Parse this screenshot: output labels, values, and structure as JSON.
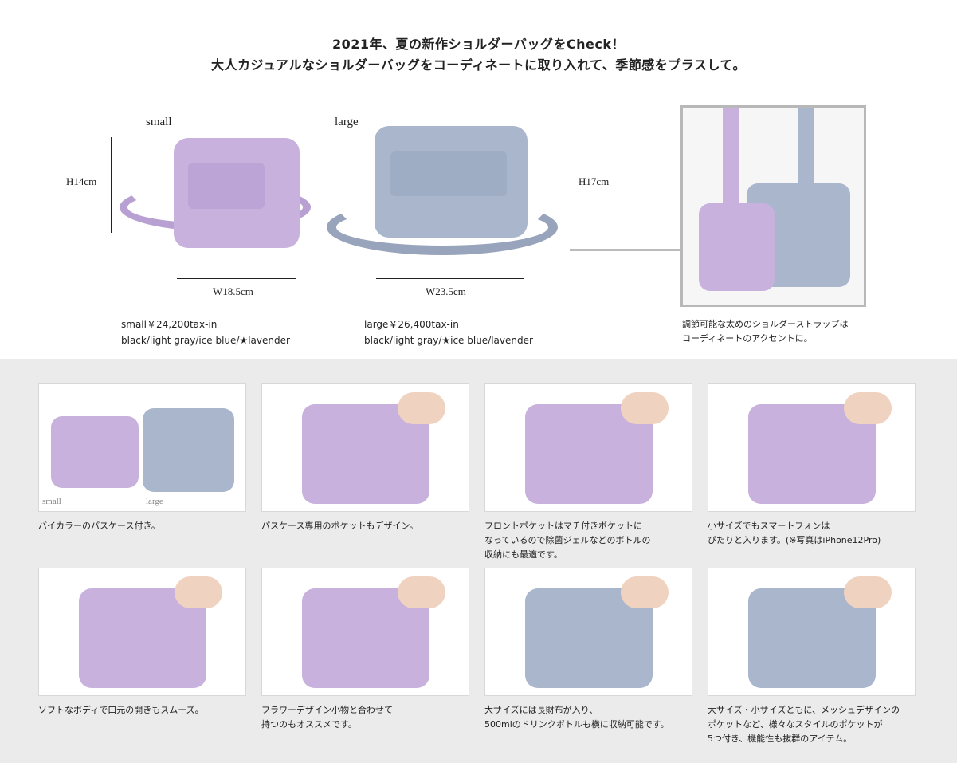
{
  "header": {
    "line1": "2021年、夏の新作ショルダーバッグをCheck！",
    "line2": "大人カジュアルなショルダーバッグをコーディネートに取り入れて、季節感をプラスして。"
  },
  "sizes": {
    "small": {
      "label": "small",
      "height": "H14cm",
      "width": "W18.5cm",
      "price": "small￥24,200tax-in",
      "colors": "black/light gray/ice blue/★lavender"
    },
    "large": {
      "label": "large",
      "height": "H17cm",
      "width": "W23.5cm",
      "price": "large￥26,400tax-in",
      "colors": "black/light gray/★ice blue/lavender"
    }
  },
  "strap_caption": {
    "line1": "調節可能な太めのショルダーストラップは",
    "line2": "コーディネートのアクセントに。"
  },
  "features": [
    {
      "lines": [
        "バイカラーのパスケース付き。"
      ],
      "photo_labels": [
        "small",
        "large"
      ]
    },
    {
      "lines": [
        "パスケース専用のポケットもデザイン。"
      ]
    },
    {
      "lines": [
        "フロントポケットはマチ付きポケットに",
        "なっているので除菌ジェルなどのボトルの",
        "収納にも最適です。"
      ]
    },
    {
      "lines": [
        "小サイズでもスマートフォンは",
        "ぴたりと入ります。(※写真はiPhone12Pro)"
      ]
    },
    {
      "lines": [
        "ソフトなボディで口元の開きもスムーズ。"
      ]
    },
    {
      "lines": [
        "フラワーデザイン小物と合わせて",
        "持つのもオススメです。"
      ]
    },
    {
      "lines": [
        "大サイズには長財布が入り、",
        "500mlのドリンクボトルも横に収納可能です。"
      ]
    },
    {
      "lines": [
        "大サイズ・小サイズともに、メッシュデザインの",
        "ポケットなど、様々なスタイルのポケットが",
        "5つ付き、機能性も抜群のアイテム。"
      ]
    }
  ],
  "colors": {
    "lavender": "#c8b2dd",
    "ice_blue": "#a9b6cc",
    "background_gray": "#ebebeb"
  }
}
